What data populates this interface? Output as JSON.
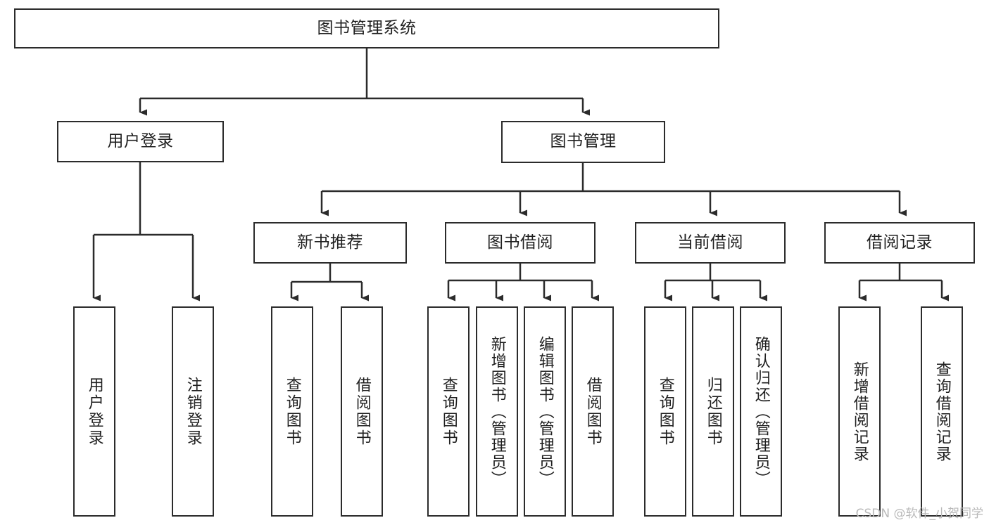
{
  "diagram": {
    "type": "tree-hierarchy",
    "title": "图书管理系统",
    "watermark": "CSDN @软件_小贺同学",
    "colors": {
      "stroke": "#2b2b2b",
      "fill": "#ffffff",
      "text": "#1f1f1f",
      "watermark": "#b9b9b9"
    },
    "levels": {
      "root": {
        "label": "图书管理系统"
      },
      "level2": [
        {
          "id": "user-login",
          "label": "用户登录"
        },
        {
          "id": "book-manage",
          "label": "图书管理"
        }
      ],
      "level3": [
        {
          "id": "new-book-rec",
          "label": "新书推荐",
          "parent": "book-manage"
        },
        {
          "id": "book-borrow",
          "label": "图书借阅",
          "parent": "book-manage"
        },
        {
          "id": "current-borrow",
          "label": "当前借阅",
          "parent": "book-manage"
        },
        {
          "id": "borrow-record",
          "label": "借阅记录",
          "parent": "book-manage"
        }
      ],
      "leaves": [
        {
          "id": "leaf-user-login",
          "label": "用户登录",
          "parent": "user-login"
        },
        {
          "id": "leaf-logout",
          "label": "注销登录",
          "parent": "user-login"
        },
        {
          "id": "leaf-query-book-1",
          "label": "查询图书",
          "parent": "new-book-rec"
        },
        {
          "id": "leaf-borrow-book-1",
          "label": "借阅图书",
          "parent": "new-book-rec"
        },
        {
          "id": "leaf-query-book-2",
          "label": "查询图书",
          "parent": "book-borrow"
        },
        {
          "id": "leaf-add-book",
          "label": "新增图书（管理员）",
          "parent": "book-borrow"
        },
        {
          "id": "leaf-edit-book",
          "label": "编辑图书（管理员）",
          "parent": "book-borrow"
        },
        {
          "id": "leaf-borrow-book-2",
          "label": "借阅图书",
          "parent": "book-borrow"
        },
        {
          "id": "leaf-query-book-3",
          "label": "查询图书",
          "parent": "current-borrow"
        },
        {
          "id": "leaf-return-book",
          "label": "归还图书",
          "parent": "current-borrow"
        },
        {
          "id": "leaf-confirm-return",
          "label": "确认归还（管理员）",
          "parent": "current-borrow"
        },
        {
          "id": "leaf-add-record",
          "label": "新增借阅记录",
          "parent": "borrow-record"
        },
        {
          "id": "leaf-query-record",
          "label": "查询借阅记录",
          "parent": "borrow-record"
        }
      ]
    }
  }
}
